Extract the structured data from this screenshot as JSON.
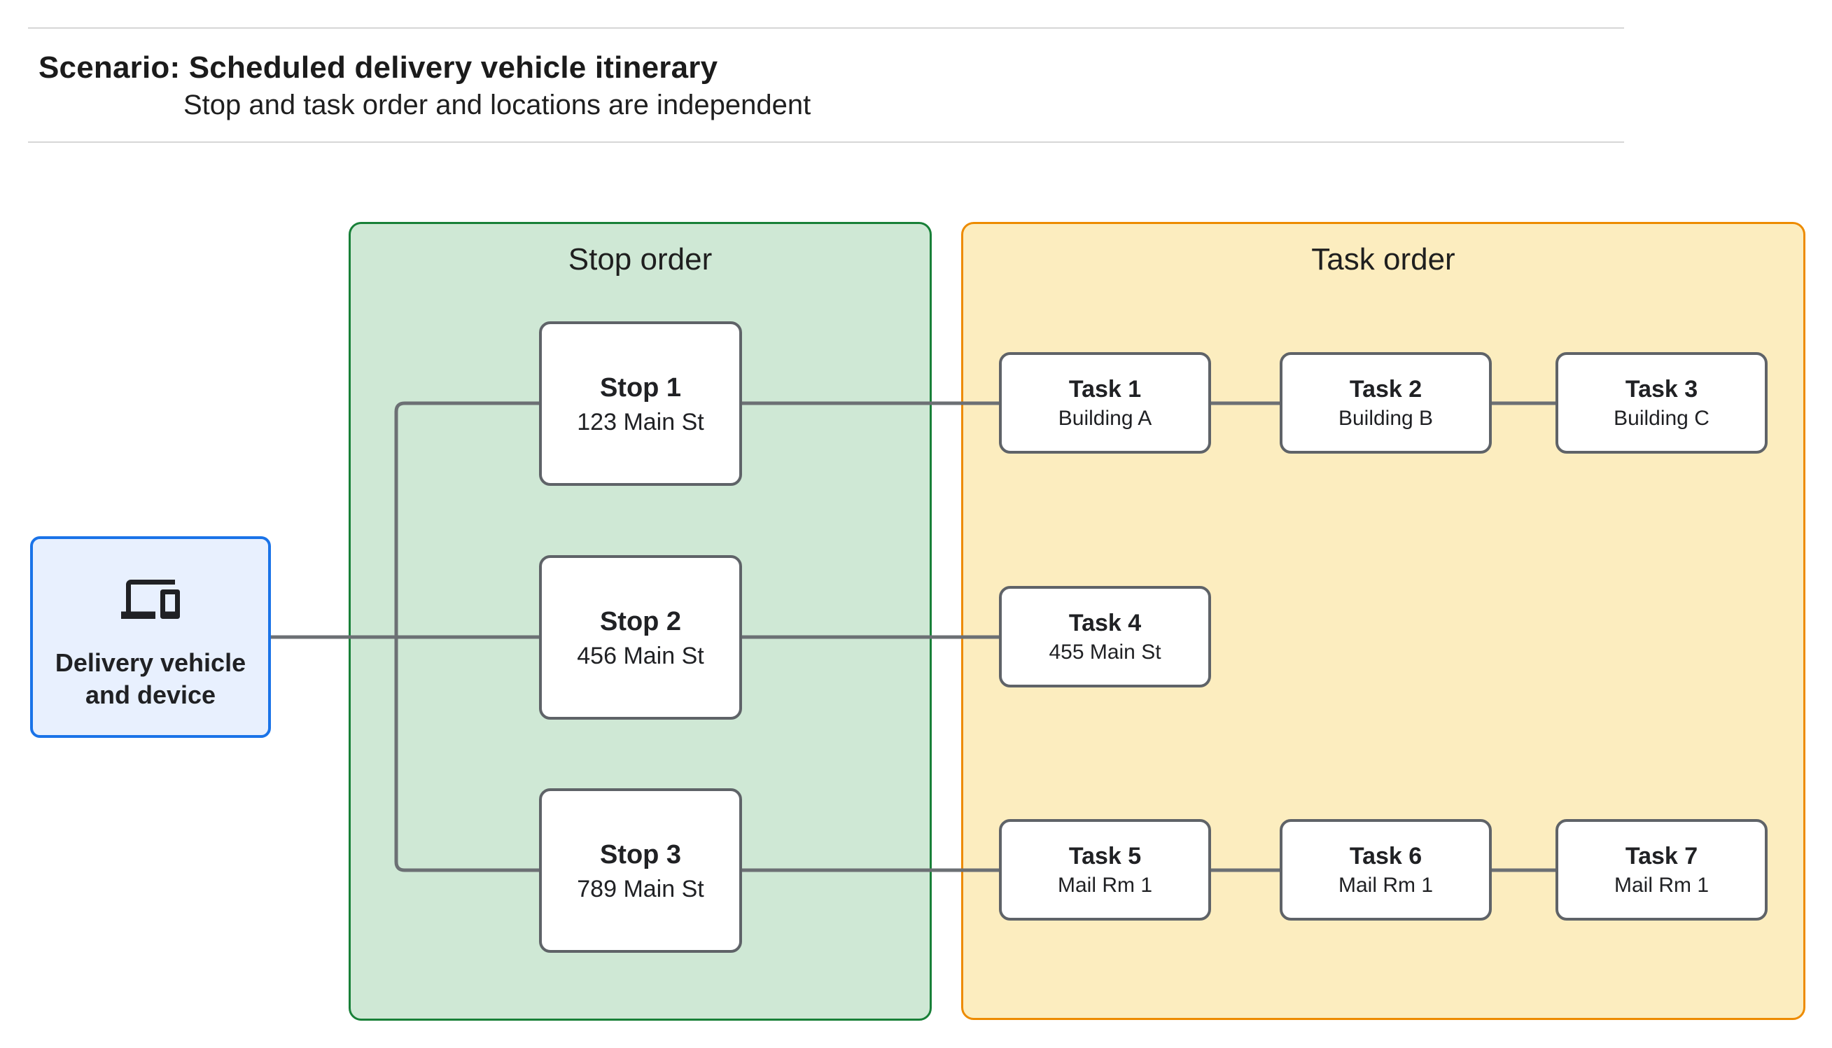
{
  "header": {
    "title": "Scenario: Scheduled delivery vehicle itinerary",
    "subtitle": "Stop and task order and locations are independent"
  },
  "vehicle": {
    "icon": "devices-icon",
    "line1": "Delivery vehicle",
    "line2": "and device"
  },
  "stop_panel": {
    "title": "Stop order"
  },
  "task_panel": {
    "title": "Task order"
  },
  "stops": [
    {
      "name": "Stop 1",
      "address": "123 Main St"
    },
    {
      "name": "Stop 2",
      "address": "456 Main St"
    },
    {
      "name": "Stop 3",
      "address": "789 Main St"
    }
  ],
  "tasks": [
    {
      "name": "Task 1",
      "location": "Building A"
    },
    {
      "name": "Task 2",
      "location": "Building B"
    },
    {
      "name": "Task 3",
      "location": "Building C"
    },
    {
      "name": "Task 4",
      "location": "455 Main St"
    },
    {
      "name": "Task 5",
      "location": "Mail Rm 1"
    },
    {
      "name": "Task 6",
      "location": "Mail Rm 1"
    },
    {
      "name": "Task 7",
      "location": "Mail Rm 1"
    }
  ],
  "colors": {
    "vehicle_border": "#1a73e8",
    "vehicle_fill": "#e8f0fe",
    "stop_panel_border": "#188038",
    "stop_panel_fill": "#cfe8d5",
    "task_panel_border": "#ed8b00",
    "task_panel_fill": "#fcedbf",
    "node_border": "#5f6368",
    "connector": "#6c7074",
    "divider": "#d6d6d6",
    "text": "#202124"
  }
}
